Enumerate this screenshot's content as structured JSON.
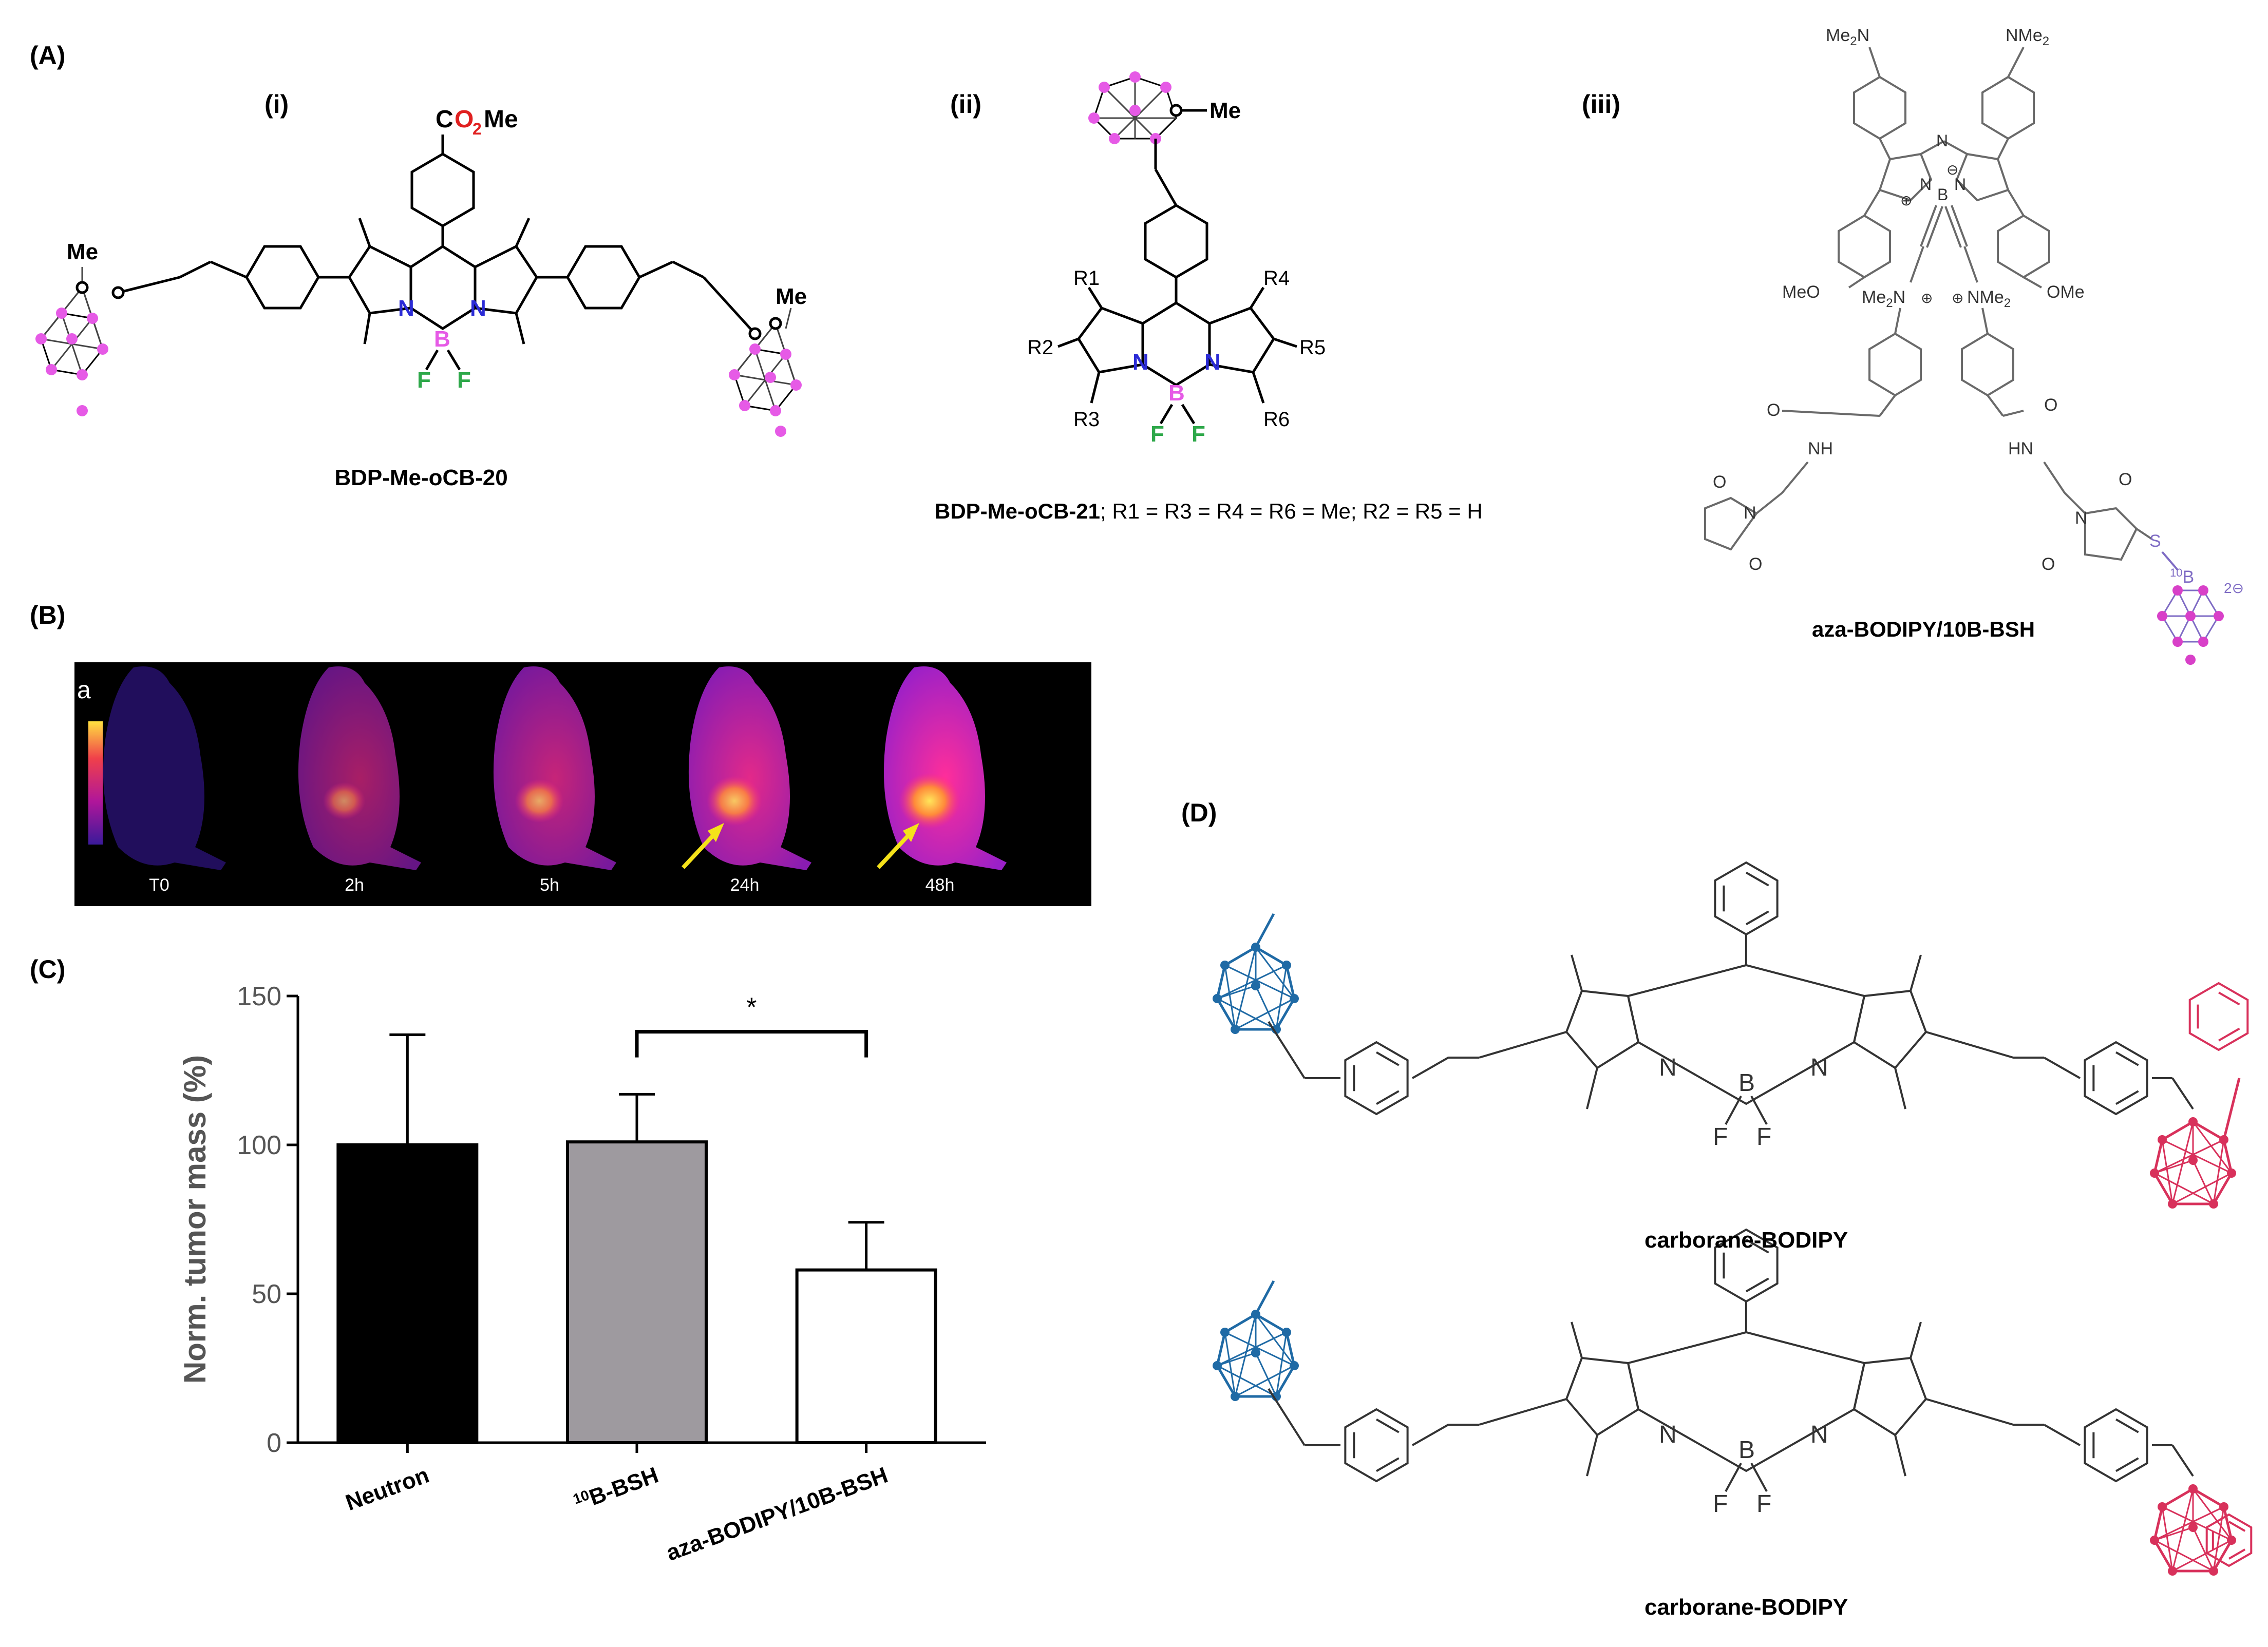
{
  "panels": {
    "A": "(A)",
    "B": "(B)",
    "C": "(C)",
    "D": "(D)",
    "A_sub": [
      "(i)",
      "(ii)",
      "(iii)"
    ]
  },
  "atoms": {
    "me": "Me",
    "co2me_c": "C",
    "co2me_o": "O",
    "co2me_2": "2",
    "co2me_me": "Me",
    "n": "N",
    "b": "B",
    "f": "F",
    "me2n": "Me",
    "nme2": "NMe",
    "meo": "MeO",
    "ome": "OMe",
    "o": "O",
    "nh": "NH",
    "hn": "HN",
    "s": "S",
    "r1": "R1",
    "r2": "R2",
    "r3": "R3",
    "r4": "R4",
    "r5": "R5",
    "r6": "R6",
    "b10_sup": "10",
    "charge2": "2⊖",
    "plus": "⊕",
    "minus": "⊖"
  },
  "compounds": {
    "c1": "BDP-Me-oCB-20",
    "c2_name": "BDP-Me-oCB-21",
    "c2_formula": "; R1 = R3 = R4 = R6 = Me;  R2 = R5 = H",
    "c3": "aza-BODIPY/10B-BSH",
    "d1": "carborane-BODIPY",
    "d2": "carborane-BODIPY"
  },
  "imaging": {
    "label": "a",
    "timepoints": [
      "T0",
      "2h",
      "5h",
      "24h",
      "48h"
    ],
    "tumor_arrows_at": [
      "24h",
      "48h"
    ],
    "colors": {
      "arrow": "#f5e21a",
      "background": "#000000"
    }
  },
  "chart_data": {
    "type": "bar",
    "categories": [
      "Neutron",
      "10B-BSH",
      "aza-BODIPY/10B-BSH"
    ],
    "category_prefix": [
      "",
      "10",
      ""
    ],
    "category_text": [
      "Neutron",
      "B-BSH",
      "aza-BODIPY/10B-BSH"
    ],
    "values": [
      100,
      101,
      58
    ],
    "error_upper": [
      137,
      117,
      74
    ],
    "colors": [
      "#000000",
      "#9e9a9f",
      "#ffffff"
    ],
    "ylabel": "Norm. tumor mass (%)",
    "ylim": [
      0,
      150
    ],
    "yticks": [
      0,
      50,
      100,
      150
    ],
    "significance": {
      "between": [
        "10B-BSH",
        "aza-BODIPY/10B-BSH"
      ],
      "label": "*"
    },
    "grid": false
  },
  "colors": {
    "boron_cage_pink": "#e65ae6",
    "boron_green": "#2ea84a",
    "nitrogen_blue": "#2b2bd6",
    "oxygen_red": "#e02020",
    "cage_blue": "#1f6aa5",
    "cage_red": "#d8315b",
    "bsh_purple": "#7e6bc4"
  }
}
